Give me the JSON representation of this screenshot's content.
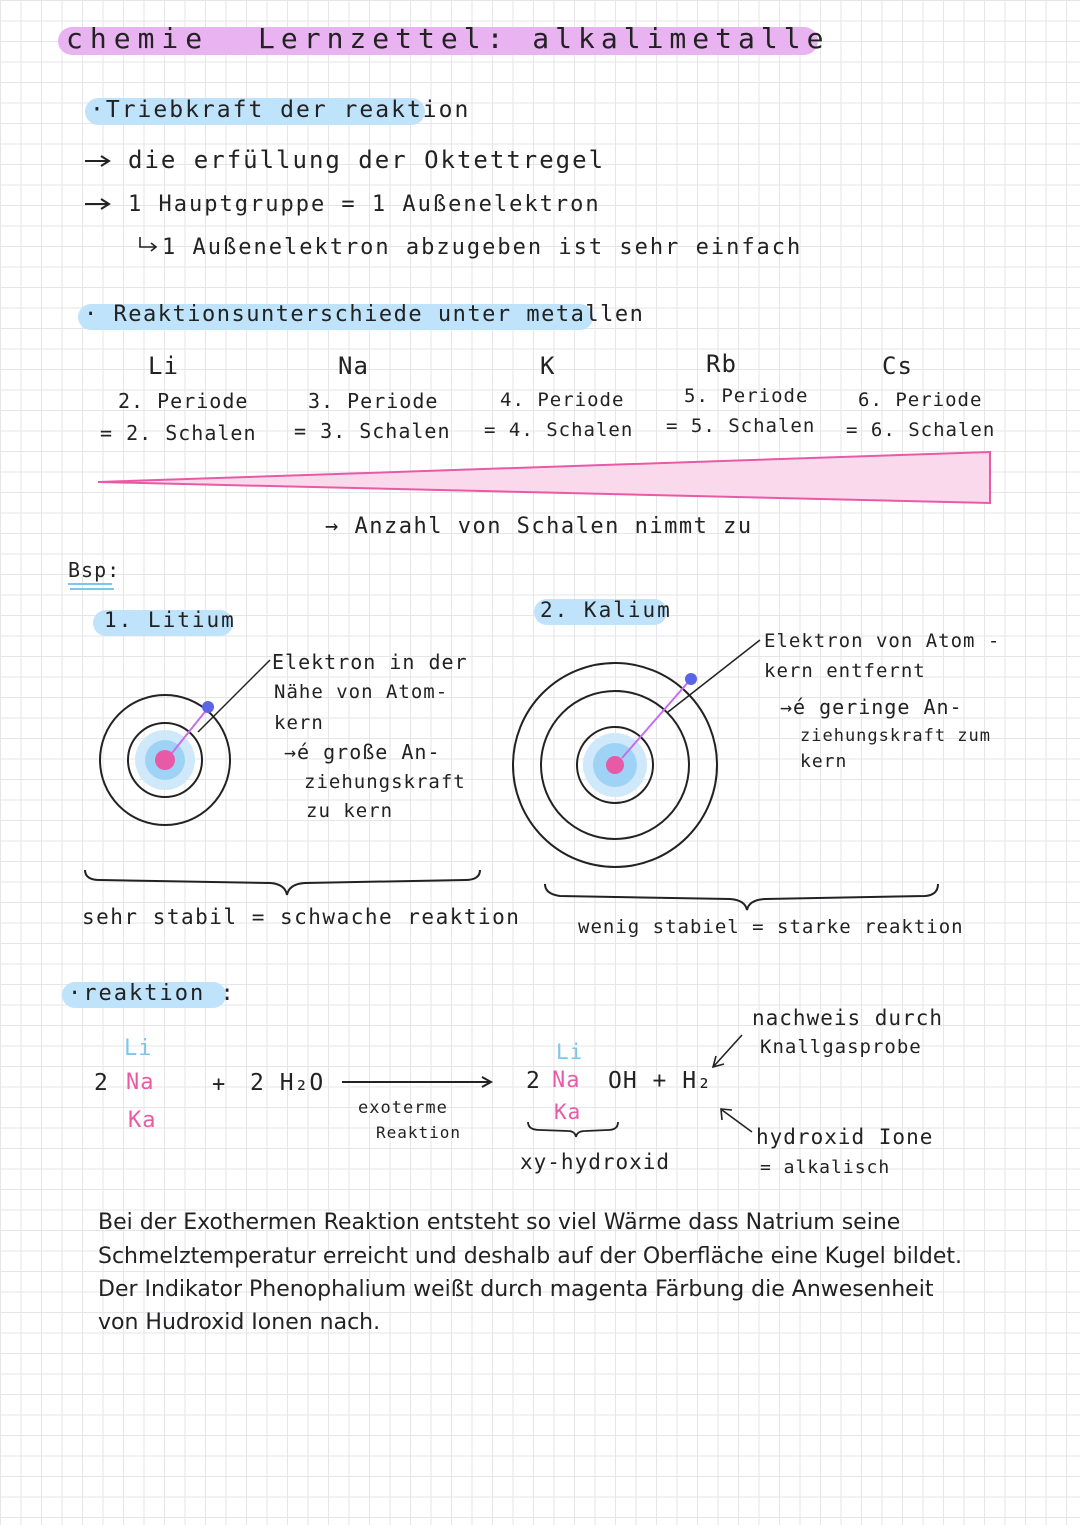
{
  "header": {
    "subject": "chemie",
    "title": "Lernzettel: alkalimetalle"
  },
  "section1": {
    "heading": "·Triebkraft der reaktion",
    "line1": "die erfüllung der Oktettregel",
    "line2": "1 Hauptgruppe = 1 Außenelektron",
    "line3": "1 Außenelektron abzugeben ist sehr einfach"
  },
  "section2": {
    "heading": "· Reaktionsunterschiede unter metallen",
    "elements": [
      {
        "symbol": "Li",
        "period": "2. Periode",
        "shells": "= 2. Schalen"
      },
      {
        "symbol": "Na",
        "period": "3. Periode",
        "shells": "= 3. Schalen"
      },
      {
        "symbol": "K",
        "period": "4. Periode",
        "shells": "= 4. Schalen"
      },
      {
        "symbol": "Rb",
        "period": "5. Periode",
        "shells": "= 5. Schalen"
      },
      {
        "symbol": "Cs",
        "period": "6. Periode",
        "shells": "= 6. Schalen"
      }
    ],
    "trend": "→ Anzahl von Schalen nimmt zu"
  },
  "examples": {
    "label": "Bsp:",
    "ex1": {
      "title": "1. Litium",
      "note": [
        "Elektron in der",
        "Nähe von Atom-",
        "kern",
        "→é große An-",
        "ziehungskraft",
        "zu kern"
      ],
      "conclusion": "sehr stabil = schwache reaktion"
    },
    "ex2": {
      "title": "2. Kalium",
      "note": [
        "Elektron von Atom -",
        "kern entfernt",
        "→é geringe An-",
        "ziehungskraft zum",
        "kern"
      ],
      "conclusion": "wenig stabiel = starke reaktion"
    }
  },
  "reaction": {
    "heading": "·reaktion :",
    "lhs_coef": "2",
    "lhs_metals": [
      "Li",
      "Na",
      "Ka"
    ],
    "plus": "+",
    "water": "2 H₂O",
    "arrow_label": [
      "exoterme",
      "Reaktion"
    ],
    "rhs_coef": "2",
    "rhs_metals": [
      "Li",
      "Na",
      "Ka"
    ],
    "rhs_rest": "OH + H₂",
    "hydroxid": "xy-hydroxid",
    "note_top": [
      "nachweis durch",
      "Knallgasprobe"
    ],
    "note_bottom": [
      "hydroxid Ione",
      "= alkalisch"
    ]
  },
  "summary": [
    "Bei der Exothermen Reaktion entsteht so viel Wärme dass Natrium seine",
    "Schmelztemperatur erreicht und deshalb auf der Oberfläche eine Kugel bildet.",
    "Der Indikator Phenophalium weißt durch magenta Färbung die Anwesenheit",
    "von Hudroxid Ionen nach."
  ],
  "colors": {
    "pink": "#e95aa6",
    "lilac": "#e9b3f2",
    "lightblue": "#bfe3fb",
    "atom_blue": "#5b63e6"
  }
}
